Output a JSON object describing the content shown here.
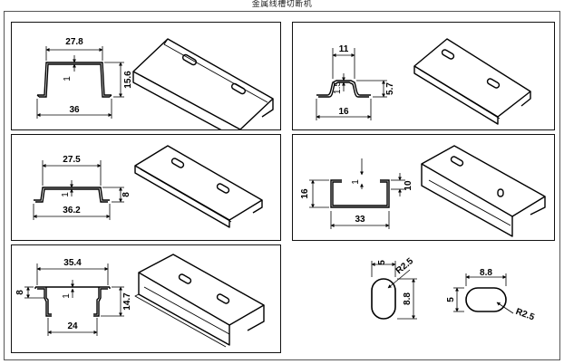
{
  "page_title": "金属线槽切断机",
  "profiles": [
    {
      "id": "profile-1",
      "dims": {
        "top": "27.8",
        "bottom": "36",
        "height": "15.6",
        "depth": "1"
      }
    },
    {
      "id": "profile-2",
      "dims": {
        "top": "11",
        "bottom": "16",
        "height": "5.7",
        "depth": "1.5"
      }
    },
    {
      "id": "profile-3",
      "dims": {
        "top": "27.5",
        "bottom": "36.2",
        "height": "8",
        "depth": "1"
      }
    },
    {
      "id": "profile-4",
      "dims": {
        "width": "33",
        "left_height": "16",
        "right_height": "10",
        "depth": "1"
      }
    },
    {
      "id": "profile-5",
      "dims": {
        "top": "35.4",
        "bottom": "24",
        "height": "14.7",
        "flange": "8",
        "depth": "1"
      }
    }
  ],
  "slots": {
    "vertical": {
      "width": "5",
      "height": "8.8",
      "radius": "R2.5"
    },
    "horizontal": {
      "width": "8.8",
      "height": "5",
      "radius": "R2.5"
    }
  }
}
